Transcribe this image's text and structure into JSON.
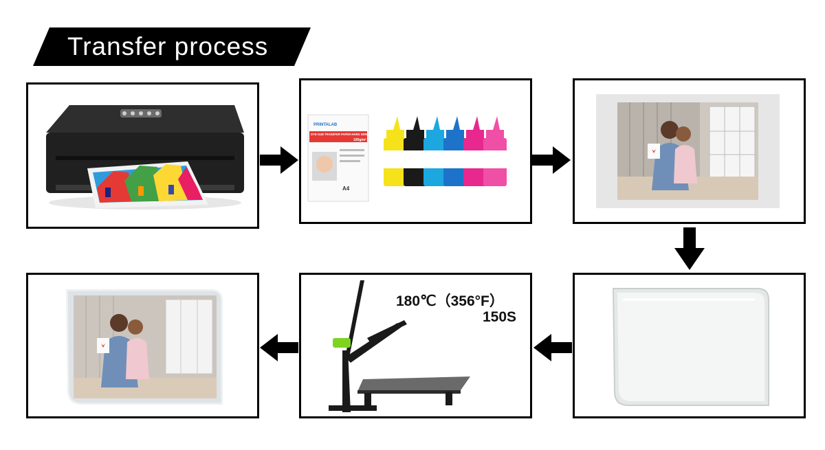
{
  "title": "Transfer process",
  "steps": [
    {
      "name": "printer"
    },
    {
      "name": "paper-and-inks",
      "paper_brand": "PRINTALAB",
      "paper_title": "DYE-SUB TRANSFER PAPER-HARD SERIES",
      "paper_weight": "100g/m²",
      "paper_size": "A4"
    },
    {
      "name": "printed-photo"
    },
    {
      "name": "blank-crystal-block"
    },
    {
      "name": "heat-press",
      "temperature": "180℃（356°F）",
      "time": "150S"
    },
    {
      "name": "finished-crystal-photo"
    }
  ],
  "colors": {
    "frame": "#000000",
    "arrow": "#000000",
    "press_accent": "#7ed321",
    "ink_yellow": "#f5e21a",
    "ink_black": "#1a1a1a",
    "ink_cyan": "#1ca7e0",
    "ink_blue": "#1d73c9",
    "ink_magenta": "#e8288f",
    "ink_pink": "#f04fa6"
  }
}
